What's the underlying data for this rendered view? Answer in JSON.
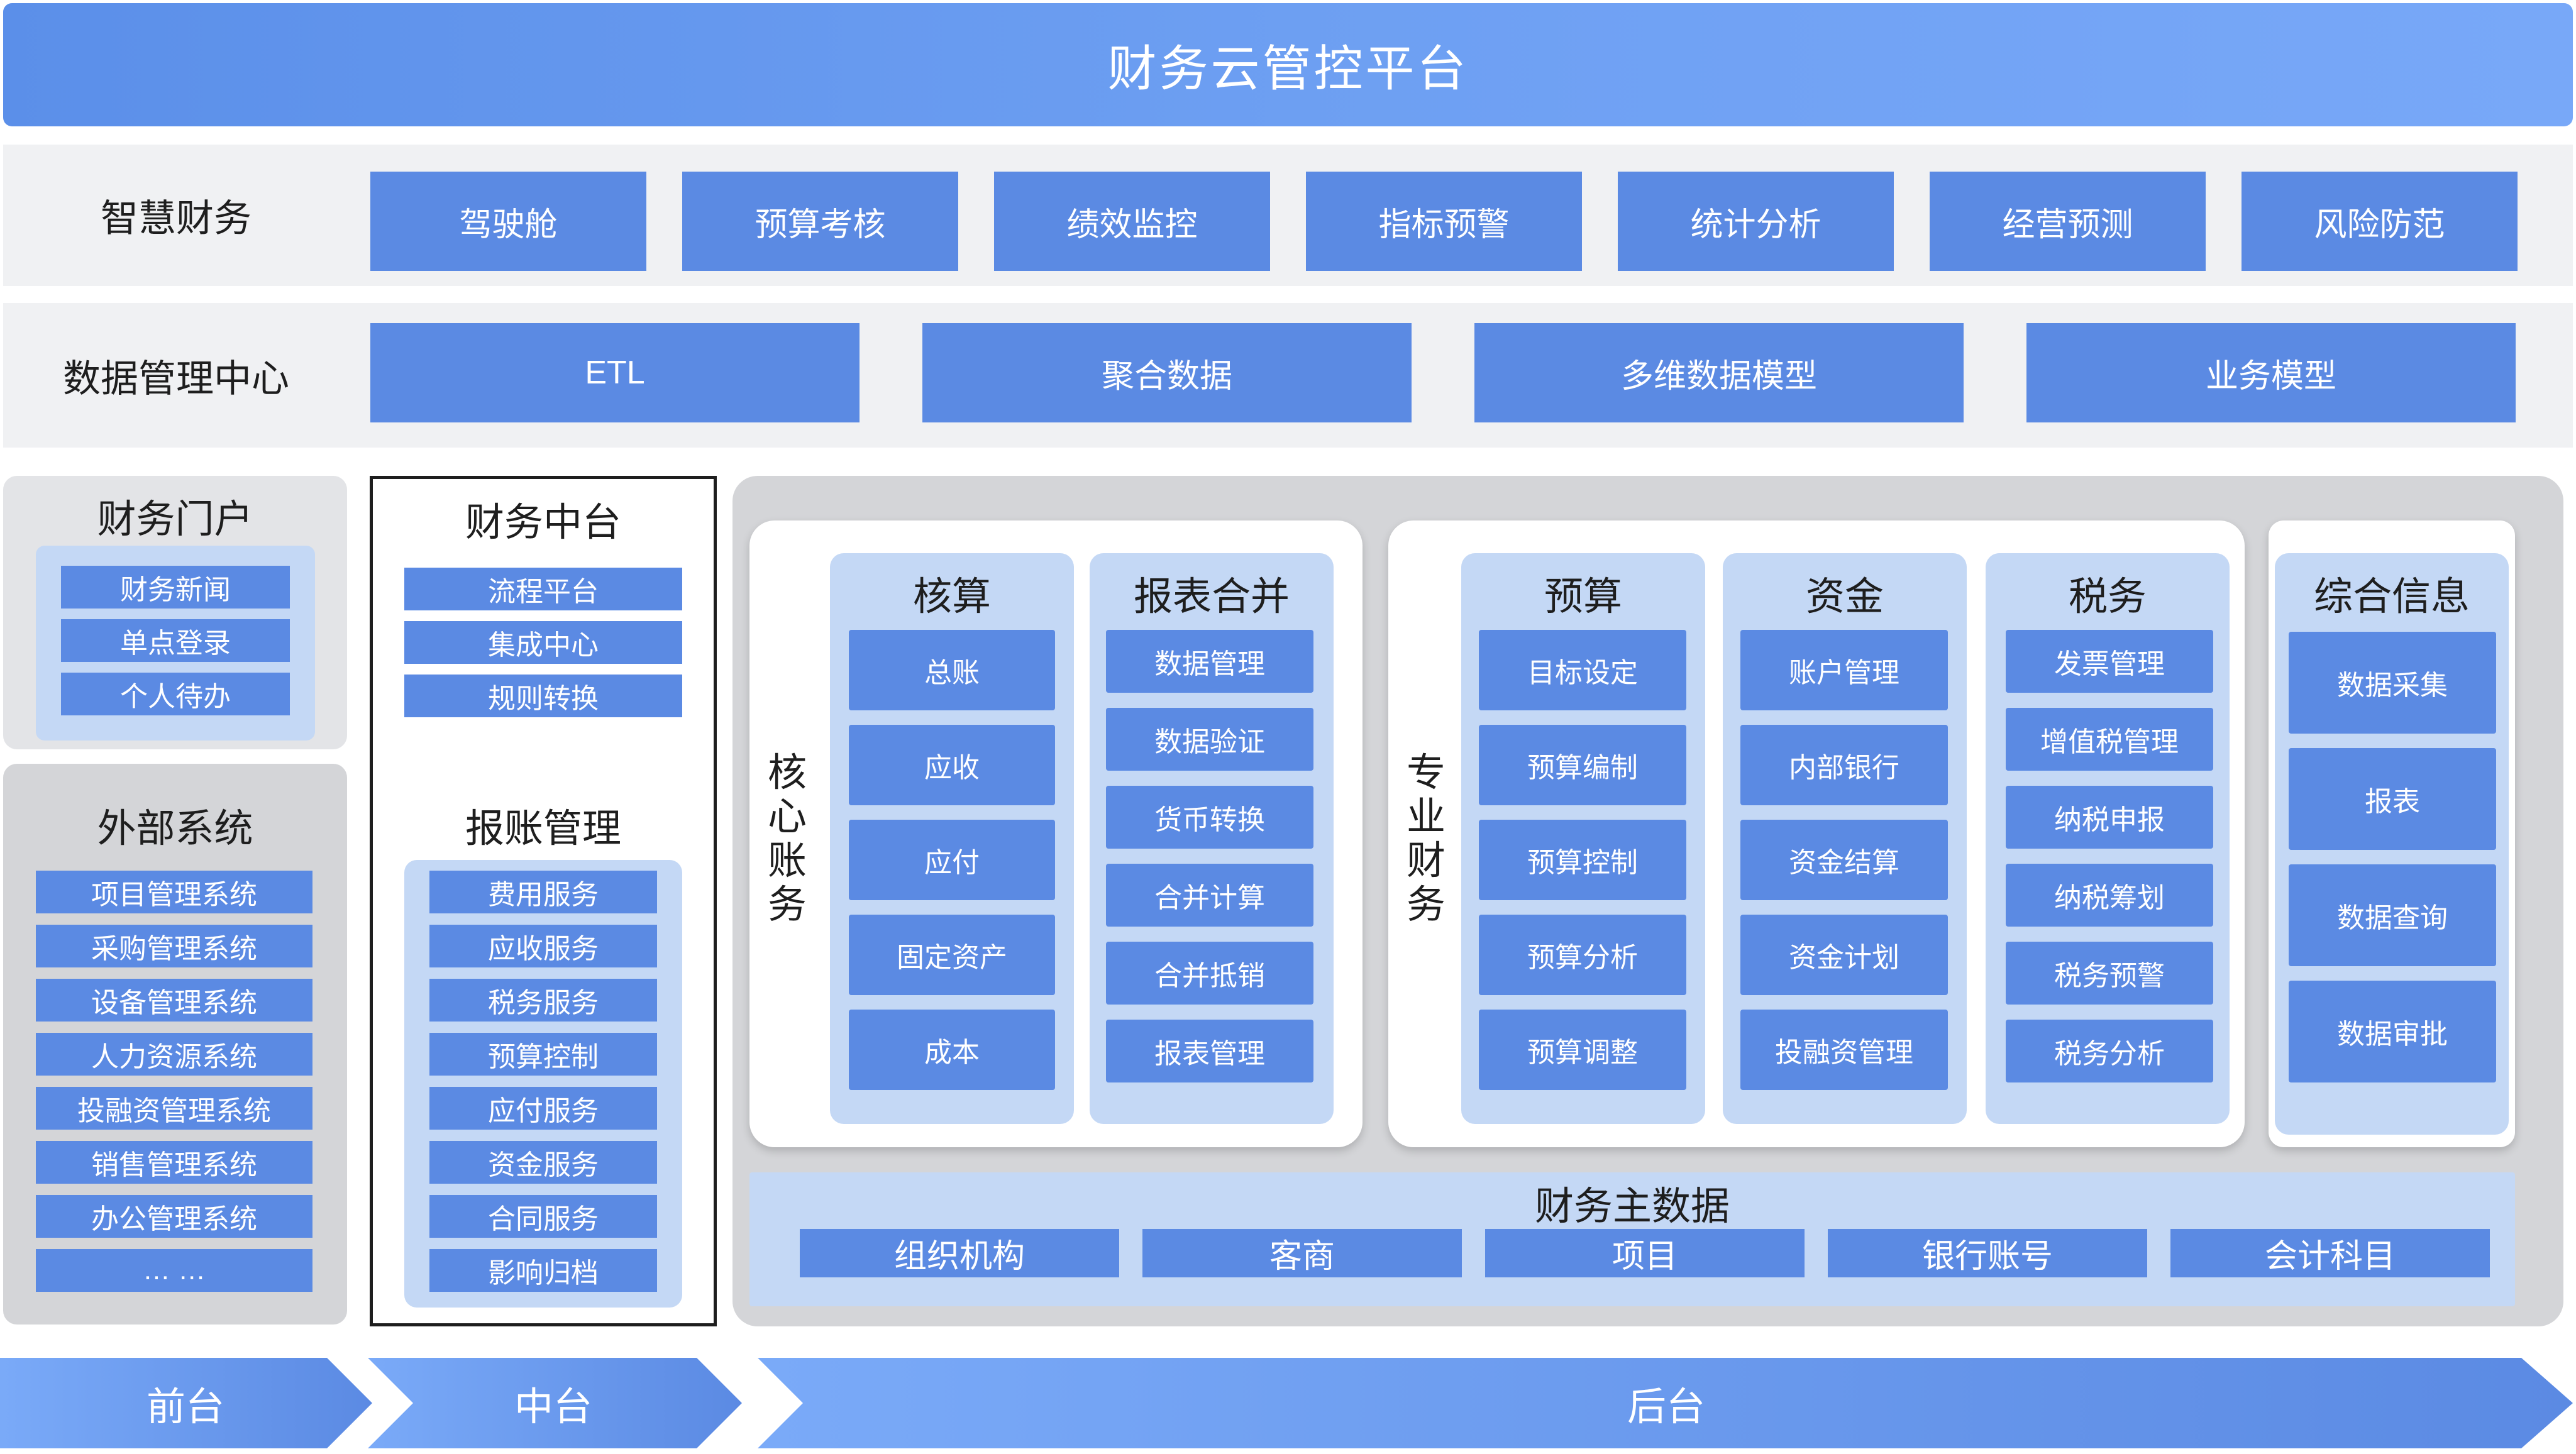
{
  "title": "财务云管控平台",
  "smart_finance": {
    "label": "智慧财务",
    "items": [
      "驾驶舱",
      "预算考核",
      "绩效监控",
      "指标预警",
      "统计分析",
      "经营预测",
      "风险防范"
    ]
  },
  "data_center": {
    "label": "数据管理中心",
    "items": [
      "ETL",
      "聚合数据",
      "多维数据模型",
      "业务模型"
    ]
  },
  "finance_portal": {
    "title": "财务门户",
    "items": [
      "财务新闻",
      "单点登录",
      "个人待办"
    ]
  },
  "external_systems": {
    "title": "外部系统",
    "items": [
      "项目管理系统",
      "采购管理系统",
      "设备管理系统",
      "人力资源系统",
      "投融资管理系统",
      "销售管理系统",
      "办公管理系统",
      "… …"
    ]
  },
  "finance_middle": {
    "title": "财务中台",
    "items": [
      "流程平台",
      "集成中心",
      "规则转换"
    ]
  },
  "reimbursement": {
    "title": "报账管理",
    "items": [
      "费用服务",
      "应收服务",
      "税务服务",
      "预算控制",
      "应付服务",
      "资金服务",
      "合同服务",
      "影响归档"
    ]
  },
  "core_accounting": {
    "label_chars": [
      "核",
      "心",
      "账",
      "务"
    ],
    "accounting": {
      "title": "核算",
      "items": [
        "总账",
        "应收",
        "应付",
        "固定资产",
        "成本"
      ]
    },
    "consolidation": {
      "title": "报表合并",
      "items": [
        "数据管理",
        "数据验证",
        "货币转换",
        "合并计算",
        "合并抵销",
        "报表管理"
      ]
    }
  },
  "professional_finance": {
    "label_chars": [
      "专",
      "业",
      "财",
      "务"
    ],
    "budget": {
      "title": "预算",
      "items": [
        "目标设定",
        "预算编制",
        "预算控制",
        "预算分析",
        "预算调整"
      ]
    },
    "funds": {
      "title": "资金",
      "items": [
        "账户管理",
        "内部银行",
        "资金结算",
        "资金计划",
        "投融资管理"
      ]
    },
    "tax": {
      "title": "税务",
      "items": [
        "发票管理",
        "增值税管理",
        "纳税申报",
        "纳税筹划",
        "税务预警",
        "税务分析"
      ]
    }
  },
  "integrated_info": {
    "title": "综合信息",
    "items": [
      "数据采集",
      "报表",
      "数据查询",
      "数据审批"
    ]
  },
  "master_data": {
    "title": "财务主数据",
    "items": [
      "组织机构",
      "客商",
      "项目",
      "银行账号",
      "会计科目"
    ]
  },
  "tiers": [
    "前台",
    "中台",
    "后台"
  ],
  "colors": {
    "primary_blue": "#5b8ae3",
    "light_blue": "#c4d8f5",
    "band_gray": "#f0f1f3",
    "panel_gray": "#d4d5d8"
  }
}
